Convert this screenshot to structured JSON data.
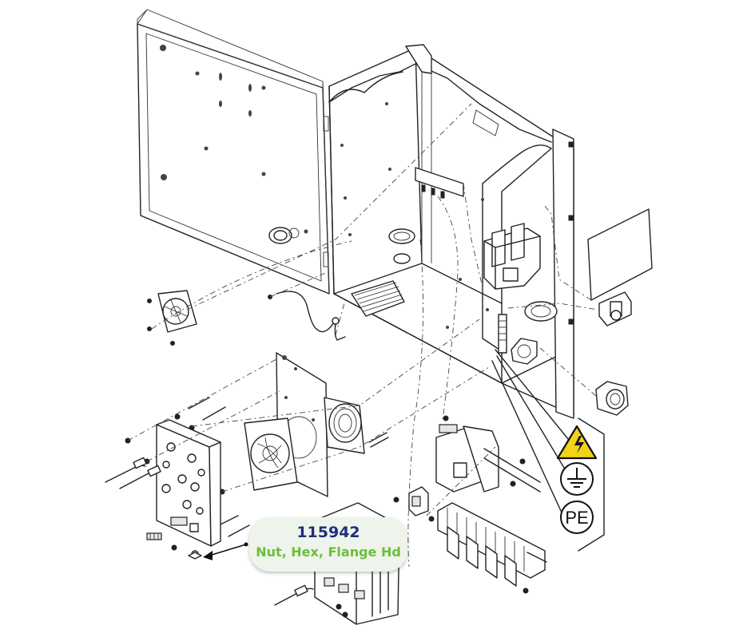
{
  "callout": {
    "part_number": "115942",
    "description": "Nut, Hex, Flange Hd"
  },
  "symbols": {
    "protective_earth_label": "PE"
  },
  "icons": [
    "hazard-high-voltage-icon",
    "ground-earth-icon",
    "protective-earth-icon"
  ],
  "colors": {
    "callout_bg": "#eef3ec",
    "part_number": "#1f2f7a",
    "description": "#6abf3a",
    "warning_yellow": "#f2d21b"
  }
}
